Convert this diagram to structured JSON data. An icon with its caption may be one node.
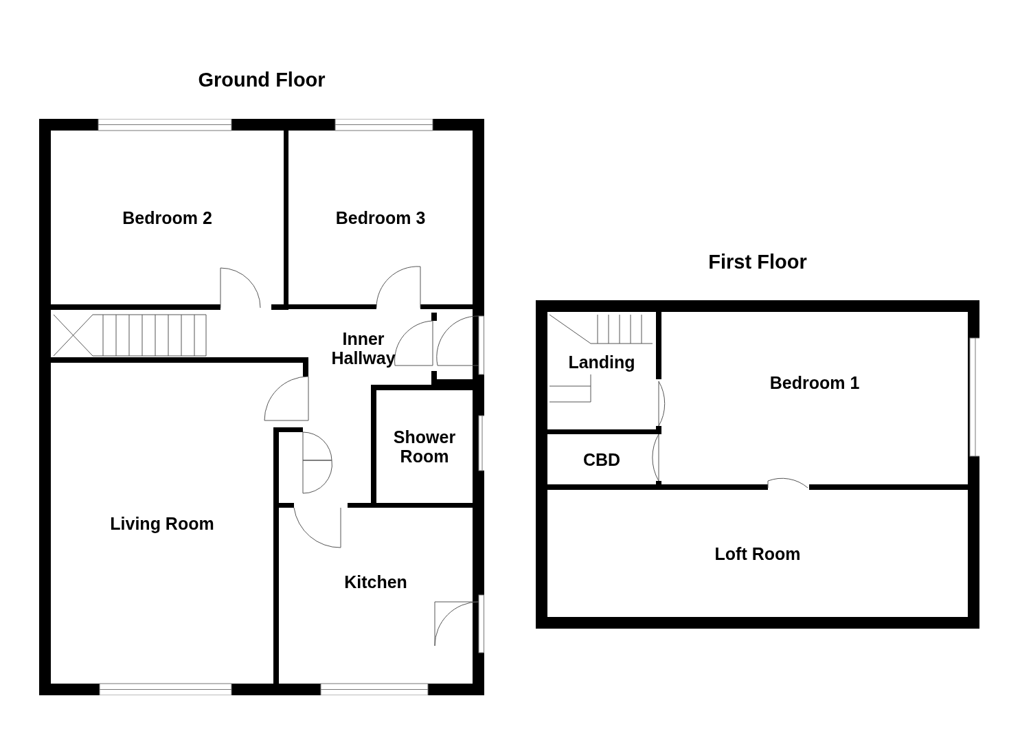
{
  "diagram": {
    "nodes": [
      {
        "text": [
          "Ground Floor"
        ]
      },
      {
        "text": [
          "Bedroom 2"
        ],
        "in": 0
      },
      {
        "text": [
          "Bedroom 3"
        ],
        "in": 0
      },
      {
        "text": [
          "Inner Hallway"
        ],
        "in": 0
      },
      {
        "text": [
          "Living Room"
        ],
        "in": 0
      },
      {
        "text": [
          "Shower Room"
        ],
        "in": 0
      },
      {
        "text": [
          "Kitchen"
        ],
        "in": 0
      },
      {
        "text": [
          "First Floor"
        ]
      },
      {
        "text": [
          "Landing"
        ],
        "in": 7
      },
      {
        "text": [
          "Bedroom 1"
        ],
        "in": 7
      },
      {
        "text": [
          "CBD"
        ],
        "in": 7
      },
      {
        "text": [
          "Loft Room"
        ],
        "in": 7
      }
    ]
  }
}
